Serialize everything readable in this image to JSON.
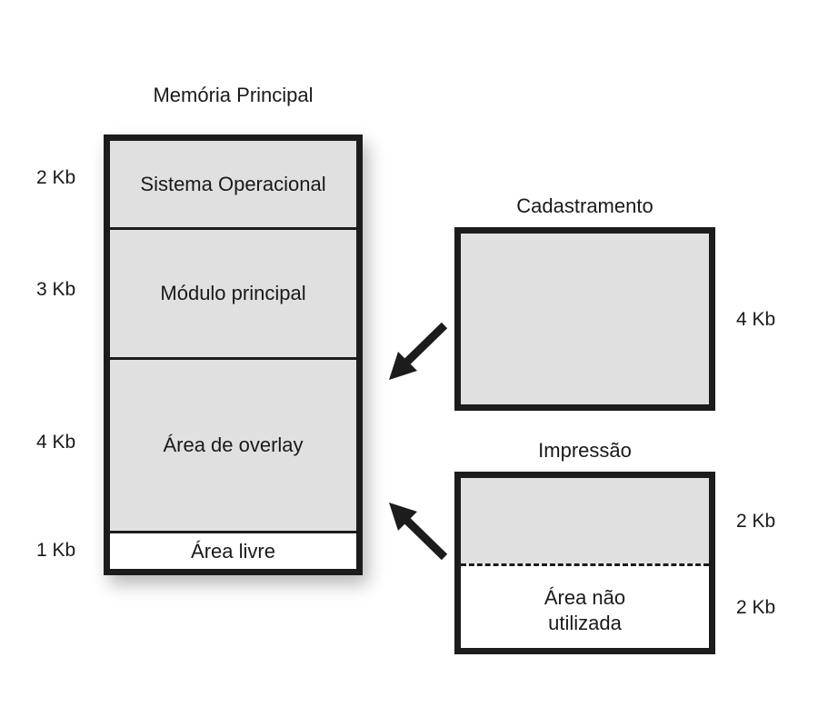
{
  "main_memory": {
    "title": "Memória Principal",
    "segments": [
      {
        "label": "Sistema Operacional",
        "size": "2 Kb"
      },
      {
        "label": "Módulo principal",
        "size": "3 Kb"
      },
      {
        "label": "Área de overlay",
        "size": "4 Kb"
      },
      {
        "label": "Área livre",
        "size": "1 Kb"
      }
    ]
  },
  "cadastramento": {
    "title": "Cadastramento",
    "size": "4 Kb"
  },
  "impressao": {
    "title": "Impressão",
    "used_size": "2 Kb",
    "free_label_line1": "Área não",
    "free_label_line2": "utilizada",
    "free_size": "2 Kb"
  },
  "colors": {
    "block_fill": "#e0e0e0",
    "border": "#1c1c1c",
    "free_fill": "#ffffff"
  }
}
